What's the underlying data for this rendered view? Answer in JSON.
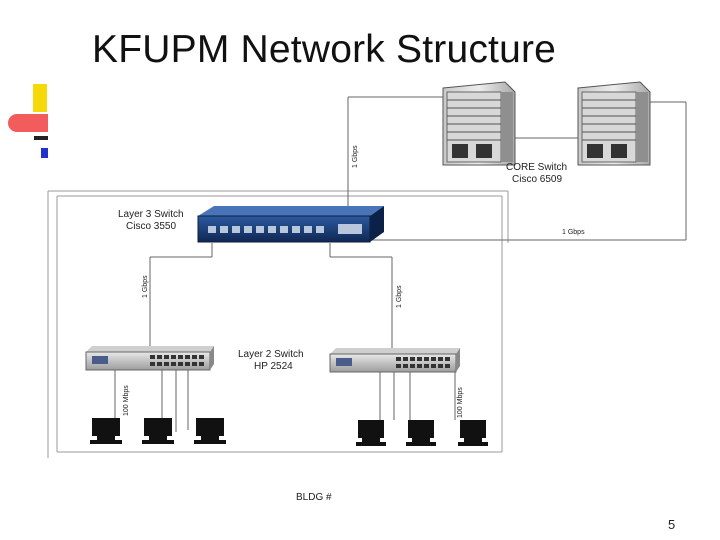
{
  "slide": {
    "title": "KFUPM Network Structure",
    "page_number": "5"
  },
  "diagram": {
    "core_switch": {
      "label_line1": "CORE Switch",
      "label_line2": "Cisco 6509"
    },
    "layer3_switch": {
      "label_line1": "Layer 3 Switch",
      "label_line2": "Cisco 3550"
    },
    "layer2_switch": {
      "label_line1": "Layer 2 Switch",
      "label_line2": "HP 2524"
    },
    "links": {
      "core_to_l3_left": "1 Gbps",
      "core_to_l3_right": "1 Gbps",
      "l3_to_l2_left": "1 Gbps",
      "l3_to_l2_right": "1 Gbps",
      "l2_to_pc_left": "100 Mbps",
      "l2_to_pc_right": "100 Mbps"
    },
    "building_label": "BLDG #"
  },
  "colors": {
    "accent_yellow": "#f5d90a",
    "accent_red": "#f25c5c",
    "accent_blue": "#2233cc",
    "switch_blue": "#1b3f7a",
    "line_gray": "#777777"
  }
}
